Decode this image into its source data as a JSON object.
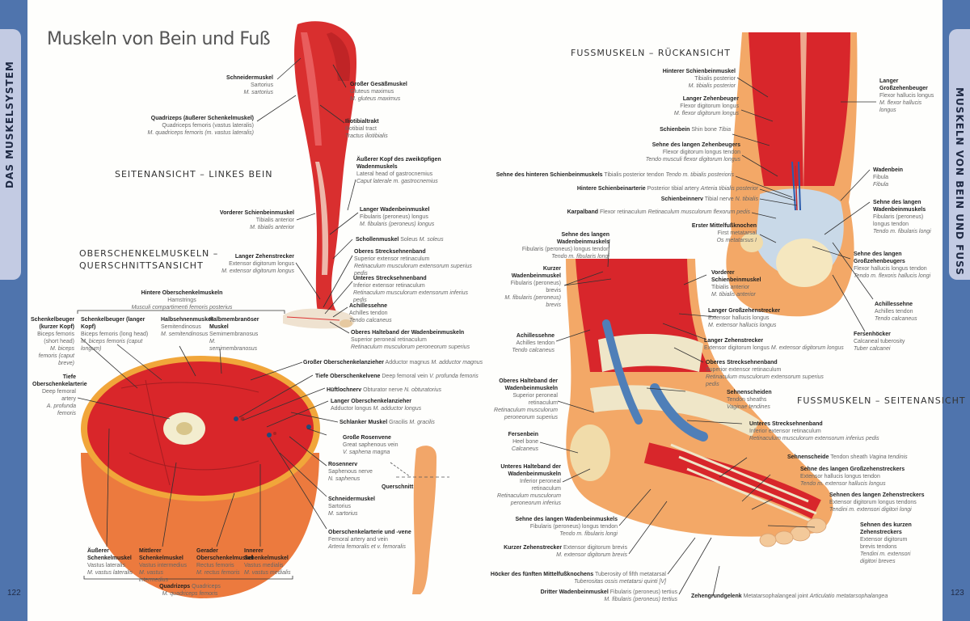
{
  "left_page": {
    "title": "Muskeln von Bein und Fuß",
    "side_label": "DAS MUSKELSYSTEM",
    "page_number": "122",
    "section_side_view": "SEITENANSICHT – LINKES BEIN",
    "section_cross": [
      "OBERSCHENKELMUSKELN –",
      "QUERSCHNITTSANSICHT"
    ],
    "leg_labels": [
      {
        "de": "Schneidermuskel",
        "en": "Sartorius",
        "la": "M. sartorius"
      },
      {
        "de": "Quadrizeps (äußerer Schenkelmuskel)",
        "en": "Quadriceps femoris (vastus lateralis)",
        "la": "M. quadriceps femoris (m. vastus lateralis)"
      },
      {
        "de": "Großer Gesäßmuskel",
        "en": "Gluteus maximus",
        "la": "M. gluteus maximus"
      },
      {
        "de": "Iliotibialtrakt",
        "en": "Iliotibial tract",
        "la": "Tractus iliotibialis"
      },
      {
        "de": "Äußerer Kopf des zweiköpfigen Wadenmuskels",
        "en": "Lateral head of gastrocnemius",
        "la": "Caput laterale m. gastrocnemius"
      },
      {
        "de": "Vorderer Schienbeinmuskel",
        "en": "Tibialis anterior",
        "la": "M. tibialis anterior"
      },
      {
        "de": "Langer Wadenbeinmuskel",
        "en": "Fibularis (peroneus) longus",
        "la": "M. fibularis (peroneus) longus"
      },
      {
        "de": "Schollenmuskel",
        "en": "Soleus",
        "la": "M. soleus"
      },
      {
        "de": "Langer Zehenstrecker",
        "en": "Extensor digitorum longus",
        "la": "M. extensor digitorum longus"
      },
      {
        "de": "Oberes Strecksehnenband",
        "en": "Superior extensor retinaculum",
        "la": "Retinaculum musculorum extensorum superius pedis"
      },
      {
        "de": "Unteres Strecksehnenband",
        "en": "Inferior extensor retinaculum",
        "la": "Retinaculum musculorum extensorum inferius pedis"
      },
      {
        "de": "Achillessehne",
        "en": "Achilles tendon",
        "la": "Tendo calcaneus"
      },
      {
        "de": "Oberes Halteband der Wadenbeinmuskeln",
        "en": "Superior peroneal retinaculum",
        "la": "Retinaculum musculorum peroneorum superius"
      }
    ],
    "hamstrings": {
      "de": "Hintere Oberschenkelmuskeln",
      "en": "Hamstrings",
      "la": "Musculi compartimenti femoris posterius"
    },
    "cross_labels": [
      {
        "de": "Schenkelbeuger (kurzer Kopf)",
        "en": "Biceps femoris (short head)",
        "la": "M. biceps femoris (caput breve)"
      },
      {
        "de": "Schenkelbeuger (langer Kopf)",
        "en": "Biceps femoris (long head)",
        "la": "M. biceps femoris (caput longum)"
      },
      {
        "de": "Halbsehnenmuskel",
        "en": "Semitendinosus",
        "la": "M. semitendinosus"
      },
      {
        "de": "Halbmembranöser Muskel",
        "en": "Semimembranosus",
        "la": "M. semimembranosus"
      },
      {
        "de": "Tiefe Oberschenkelarterie",
        "en": "Deep femoral artery",
        "la": "A. profunda femoris"
      },
      {
        "de": "Großer Oberschenkelanzieher",
        "en": "Adductor magnus",
        "la": "M. adductor magnus"
      },
      {
        "de": "Tiefe Oberschenkelvene",
        "en": "Deep femoral vein",
        "la": "V. profunda femoris"
      },
      {
        "de": "Hüftlochnerv",
        "en": "Obturator nerve",
        "la": "N. obturatorius"
      },
      {
        "de": "Langer Oberschenkelanzieher",
        "en": "Adductor longus",
        "la": "M. adductor longus"
      },
      {
        "de": "Schlanker Muskel",
        "en": "Gracilis",
        "la": "M. gracilis"
      },
      {
        "de": "Große Rosenvene",
        "en": "Great saphenous vein",
        "la": "V. saphena magna"
      },
      {
        "de": "Rosennerv",
        "en": "Saphenous nerve",
        "la": "N. saphenus"
      },
      {
        "de": "Schneidermuskel",
        "en": "Sartorius",
        "la": "M. sartorius"
      },
      {
        "de": "Oberschenkelarterie und -vene",
        "en": "Femoral artery and vein",
        "la": "Arteria femoralis et v. femoralis"
      },
      {
        "de": "Äußerer Schenkelmuskel",
        "en": "Vastus lateralis",
        "la": "M. vastus lateralis"
      },
      {
        "de": "Mittlerer Schenkelmuskel",
        "en": "Vastus intermedius",
        "la": "M. vastus intermedius"
      },
      {
        "de": "Gerader Oberschenkelmuskel",
        "en": "Rectus femoris",
        "la": "M. rectus femoris"
      },
      {
        "de": "Innerer Schenkelmuskel",
        "en": "Vastus medialis",
        "la": "M. vastus medialis"
      }
    ],
    "quadriceps": {
      "de": "Quadrizeps",
      "en": "Quadriceps",
      "la": "M. quadriceps femoris"
    },
    "querschnitt": "Querschnitt"
  },
  "right_page": {
    "side_label": "MUSKELN VON BEIN UND FUSS",
    "page_number": "123",
    "section_back": "FUSSMUSKELN – RÜCKANSICHT",
    "section_side": "FUSSMUSKELN – SEITENANSICHT",
    "back_labels": [
      {
        "de": "Hinterer Schienbeinmuskel",
        "en": "Tibialis posterior",
        "la": "M. tibialis posterior"
      },
      {
        "de": "Langer Zehenbeuger",
        "en": "Flexor digitorum longus",
        "la": "M. flexor digitorum longus"
      },
      {
        "de": "Schienbein",
        "en": "Shin bone",
        "la": "Tibia"
      },
      {
        "de": "Sehne des langen Zehenbeugers",
        "en": "Flexor digitorum longus tendon",
        "la": "Tendo musculi flexor digitorum longus"
      },
      {
        "de": "Sehne des hinteren Schienbeinmuskels",
        "en": "Tibialis posterior tendon",
        "la": "Tendo m. tibialis posterioris"
      },
      {
        "de": "Hintere Schienbeinarterie",
        "en": "Posterior tibial artery",
        "la": "Arteria tibialis posterior"
      },
      {
        "de": "Schienbeinnerv",
        "en": "Tibial nerve",
        "la": "N. tibialis"
      },
      {
        "de": "Karpalband",
        "en": "Flexor retinaculum",
        "la": "Retinaculum musculorum flexorum pedis"
      },
      {
        "de": "Erster Mittelfußknochen",
        "en": "First metatarsal",
        "la": "Os metatarsus I"
      },
      {
        "de": "Langer Großzehenbeuger",
        "en": "Flexor hallucis longus",
        "la": "M. flexor hallucis longus"
      },
      {
        "de": "Wadenbein",
        "en": "Fibula",
        "la": "Fibula"
      },
      {
        "de": "Sehne des langen Wadenbeinmuskels",
        "en": "Fibularis (peroneus) longus tendon",
        "la": "Tendo m. fibularis longi"
      },
      {
        "de": "Sehne des langen Großzehenbeugers",
        "en": "Flexor hallucis longus tendon",
        "la": "Tendo m. flexoris hallucis longi"
      },
      {
        "de": "Achillessehne",
        "en": "Achilles tendon",
        "la": "Tendo calcaneus"
      },
      {
        "de": "Fersenhöcker",
        "en": "Calcaneal tuberosity",
        "la": "Tuber calcanei"
      }
    ],
    "side_labels": [
      {
        "de": "Sehne des langen Wadenbeinmuskels",
        "en": "Fibularis (peroneus) longus tendon",
        "la": "Tendo m. fibularis longi"
      },
      {
        "de": "Kurzer Wadenbeinmuskel",
        "en": "Fibularis (peroneus) brevis",
        "la": "M. fibularis (peroneus) brevis"
      },
      {
        "de": "Achillessehne",
        "en": "Achilles tendon",
        "la": "Tendo calcaneus"
      },
      {
        "de": "Oberes Halteband der Wadenbeinmuskeln",
        "en": "Superior peroneal retinaculum",
        "la": "Retinaculum musculorum peroneorum superius"
      },
      {
        "de": "Fersenbein",
        "en": "Heel bone",
        "la": "Calcaneus"
      },
      {
        "de": "Unteres Halteband der Wadenbeinmuskeln",
        "en": "Inferior peroneal retinaculum",
        "la": "Retinaculum musculorum peroneorum inferius"
      },
      {
        "de": "Sehne des langen Wadenbeinmuskels",
        "en": "Fibularis (peroneus) longus tendon",
        "la": "Tendo m. fibularis longi"
      },
      {
        "de": "Kurzer Zehenstrecker",
        "en": "Extensor digitorum brevis",
        "la": "M. extensor digitorum brevis"
      },
      {
        "de": "Höcker des fünften Mittelfußknochens",
        "en": "Tuberosity of fifth metatarsal",
        "la": "Tuberositas ossis metatarsi quinti [V]"
      },
      {
        "de": "Dritter Wadenbeinmuskel",
        "en": "Fibularis (peroneus) tertius",
        "la": "M. fibularis (peroneus) tertius"
      },
      {
        "de": "Vorderer Schienbeinmuskel",
        "en": "Tibialis anterior",
        "la": "M. tibialis anterior"
      },
      {
        "de": "Langer Großzehenstrecker",
        "en": "Extensor hallucis longus",
        "la": "M. extensor hallucis longus"
      },
      {
        "de": "Langer Zehenstrecker",
        "en": "Extensor digitorum longus",
        "la": "M. extensor digitorum longus"
      },
      {
        "de": "Oberes Strecksehnenband",
        "en": "Superior extensor retinaculum",
        "la": "Retinaculum musculorum extensorum superius pedis"
      },
      {
        "de": "Sehnenscheiden",
        "en": "Tendon sheaths",
        "la": "Vaginae tendines"
      },
      {
        "de": "Unteres Strecksehnenband",
        "en": "Inferior extensor retinaculum",
        "la": "Retinaculum musculorum extensorum inferius pedis"
      },
      {
        "de": "Sehnenscheide",
        "en": "Tendon sheath",
        "la": "Vagina tendinis"
      },
      {
        "de": "Sehne des langen Großzehenstreckers",
        "en": "Extensor hallucis longus tendon",
        "la": "Tendo m. extensor hallucis longus"
      },
      {
        "de": "Sehnen des langen Zehenstreckers",
        "en": "Extensor digitorum longus tendons",
        "la": "Tendini m. extensori digitori longi"
      },
      {
        "de": "Sehnen des kurzen Zehenstreckers",
        "en": "Extensor digitorum brevis tendons",
        "la": "Tendini m. extensori digitori breves"
      },
      {
        "de": "Zehengrundgelenk",
        "en": "Metatarsophalangeal joint",
        "la": "Articulatio metatarsophalangea"
      }
    ]
  },
  "colors": {
    "tab_blue": "#4f74ad",
    "tab_light": "#c3cbe3",
    "muscle_red": "#d8262b",
    "tendon_cream": "#efe6c8",
    "skin_orange": "#f3a867",
    "sheath_blue": "#4f7fb8"
  }
}
